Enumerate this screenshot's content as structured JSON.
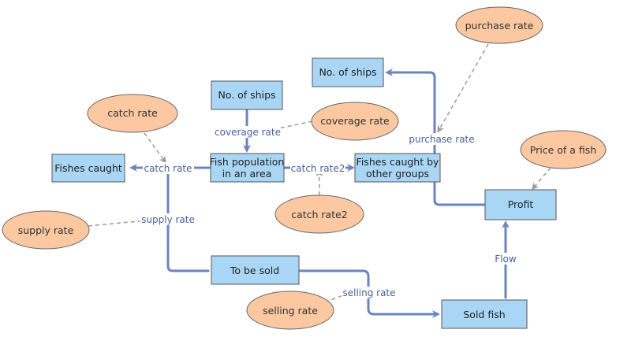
{
  "boxes": {
    "ships_top": "No. of ships",
    "ships_mid": "No. of ships",
    "fishes_caught": "Fishes caught",
    "fish_population": [
      "Fish population",
      "in an area"
    ],
    "fishes_other": [
      "Fishes caught by",
      "other groups"
    ],
    "profit": "Profit",
    "to_be_sold": "To be sold",
    "sold_fish": "Sold fish"
  },
  "ovals": {
    "purchase_rate": "purchase rate",
    "catch_rate": "catch rate",
    "coverage_rate": "coverage rate",
    "price_of_fish": "Price of a fish",
    "supply_rate": "supply rate",
    "catch_rate2": "catch rate2",
    "selling_rate": "selling rate"
  },
  "flow_labels": {
    "coverage_rate": "coverage rate",
    "purchase_rate": "purchase rate",
    "catch_rate": "catch rate",
    "catch_rate2": "catch rate2",
    "supply_rate": "supply rate",
    "selling_rate": "selling rate",
    "flow": "Flow"
  },
  "colors": {
    "box_fill": "#a9d6f5",
    "oval_fill": "#fbc8a2",
    "flow_stroke": "#6b84c0",
    "link_stroke": "#9a9a9a"
  }
}
